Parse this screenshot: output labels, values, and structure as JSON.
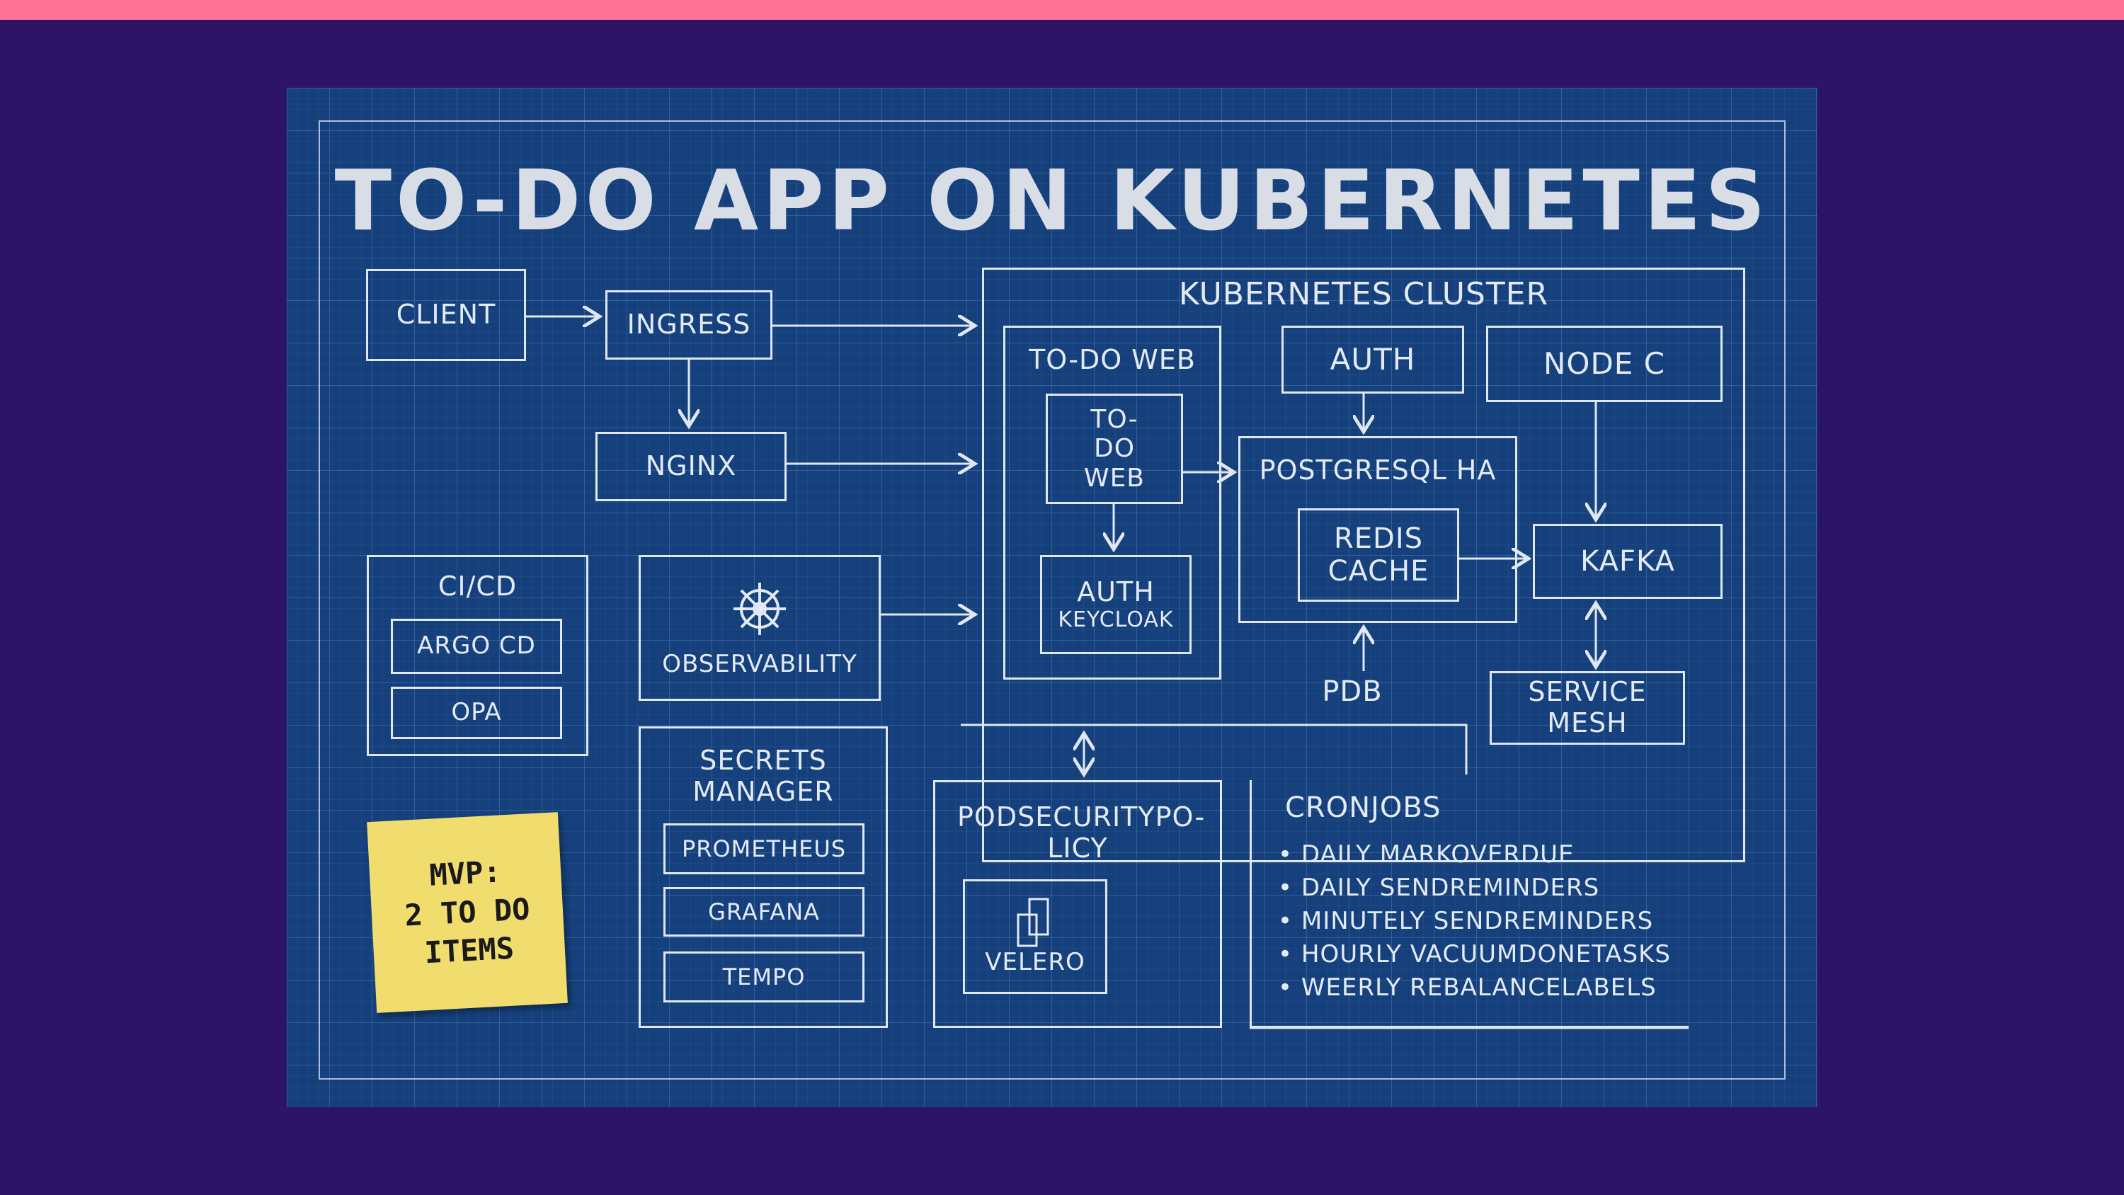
{
  "colors": {
    "top_bar": "#ff7195",
    "page_background": "#2e1466",
    "blueprint": "#15407c",
    "line": "#dfe7f3",
    "sticky_note": "#f1dc6e"
  },
  "title": "TO-DO APP ON KUBERNETES",
  "nodes": {
    "client": "CLIENT",
    "ingress": "INGRESS",
    "nginx": "NGINX",
    "cicd": {
      "title": "CI/CD",
      "items": [
        "ARGO CD",
        "OPA"
      ]
    },
    "observability": {
      "label": "OBSERVABILITY",
      "icon": "helm-wheel-icon"
    },
    "secrets_manager": {
      "title": "SECRETS MANAGER",
      "items": [
        "PROMETHEUS",
        "GRAFANA",
        "TEMPO"
      ]
    },
    "cluster": {
      "title": "KUBERNETES CLUSTER",
      "todo_web_group": "TO-DO WEB",
      "todo_web": "TO-DO WEB",
      "auth_keycloak": {
        "title": "AUTH",
        "subtitle": "KEYCLOAK"
      },
      "auth": "AUTH",
      "node_c": "NODE C",
      "postgresql": "POSTGRESQL HA",
      "redis": "REDIS CACHE",
      "kafka": "KAFKA",
      "pdb": "PDB",
      "service_mesh": "SERVICE MESH"
    },
    "podsecuritypolicy": {
      "title": "PODSECURITYPO-LICY",
      "inner": "VELERO",
      "icon": "backup-icon"
    },
    "cronjobs": {
      "title": "CRONJOBS",
      "items": [
        "DAILY MARKOVERDUE",
        "DAILY SENDREMINDERS",
        "MINUTELY SENDREMINDERS",
        "HOURLY VACUUMDONETASKS",
        "WEERLY REBALANCELABELS"
      ]
    }
  },
  "sticky_note": {
    "lines": [
      "MVP:",
      "2 TO DO",
      "ITEMS"
    ]
  }
}
